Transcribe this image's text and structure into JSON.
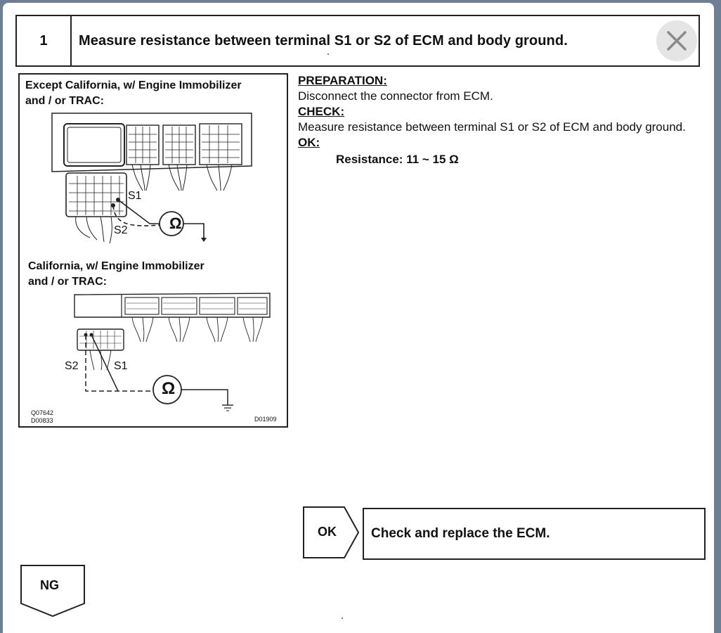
{
  "step": {
    "number": "1",
    "title": "Measure resistance between terminal S1 or S2 of ECM and body ground."
  },
  "close_icon": "close-x-icon",
  "figure": {
    "upper_label_line1": "Except California, w/ Engine Immobilizer",
    "upper_label_line2": "and / or TRAC:",
    "upper_s1": "S1",
    "upper_s2": "S2",
    "lower_label_line1": "California, w/ Engine Immobilizer",
    "lower_label_line2": "and / or TRAC:",
    "lower_s1": "S1",
    "lower_s2": "S2",
    "ohm_symbol": "Ω",
    "code_1": "Q07642",
    "code_2": "D00833",
    "code_3": "D01909"
  },
  "instructions": {
    "preparation_heading": "PREPARATION:",
    "preparation_text": "Disconnect the connector from ECM.",
    "check_heading": "CHECK:",
    "check_text": "Measure resistance between terminal S1 or S2 of ECM and body ground.",
    "ok_heading": "OK:",
    "ok_value": "Resistance: 11 ~ 15 Ω"
  },
  "results": {
    "ok_label": "OK",
    "ok_action": "Check and replace the ECM.",
    "ng_label": "NG"
  }
}
